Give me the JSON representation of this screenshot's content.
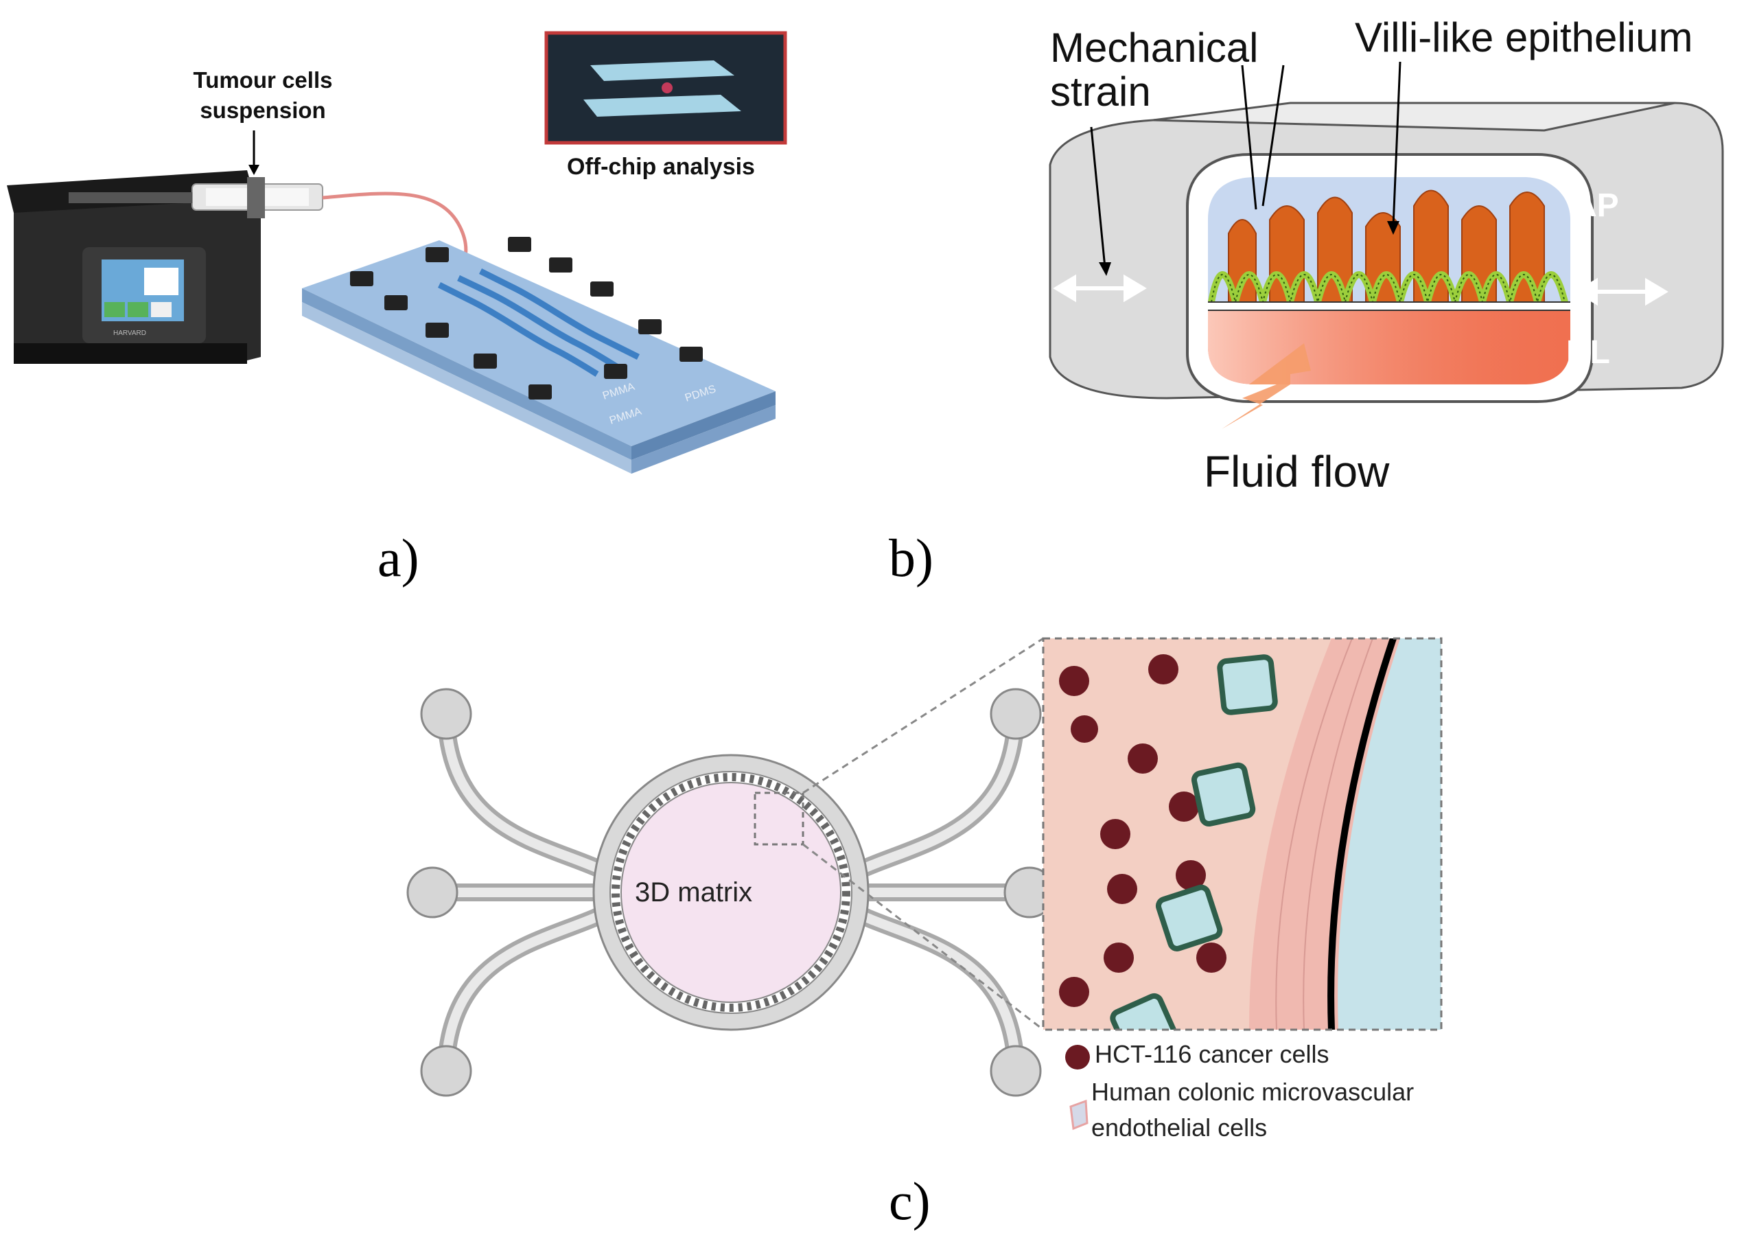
{
  "panel_a": {
    "label_top_line1": "Tumour cells",
    "label_top_line2": "suspension",
    "inset_label": "Off-chip analysis",
    "layer1": "PMMA",
    "layer2": "PDMS",
    "layer3": "PMMA",
    "pump_brand": "HARVARD",
    "letter": "a)"
  },
  "panel_b": {
    "label_strain_line1": "Mechanical",
    "label_strain_line2": "strain",
    "label_villi": "Villi-like epithelium",
    "label_ap": "AP",
    "label_bl": "BL",
    "label_flow": "Fluid flow",
    "letter": "b)"
  },
  "panel_c": {
    "center_label": "3D matrix",
    "legend": [
      {
        "text": "HCT-116 cancer cells"
      },
      {
        "text_line1": "Human colonic microvascular",
        "text_line2": "endothelial cells"
      }
    ],
    "letter": "c)"
  },
  "colors": {
    "chip_blue": "#7fa9d4",
    "channel_blue": "#3d7fc4",
    "villi_orange": "#d9621c",
    "bl_red": "#f07050",
    "matrix_pink": "#f5e3f0",
    "cell_dark": "#6b1a22",
    "inset_bg": "#f3cfc3",
    "endo_pink": "#f0b9b0",
    "lumen_blue": "#c6e3ea"
  }
}
